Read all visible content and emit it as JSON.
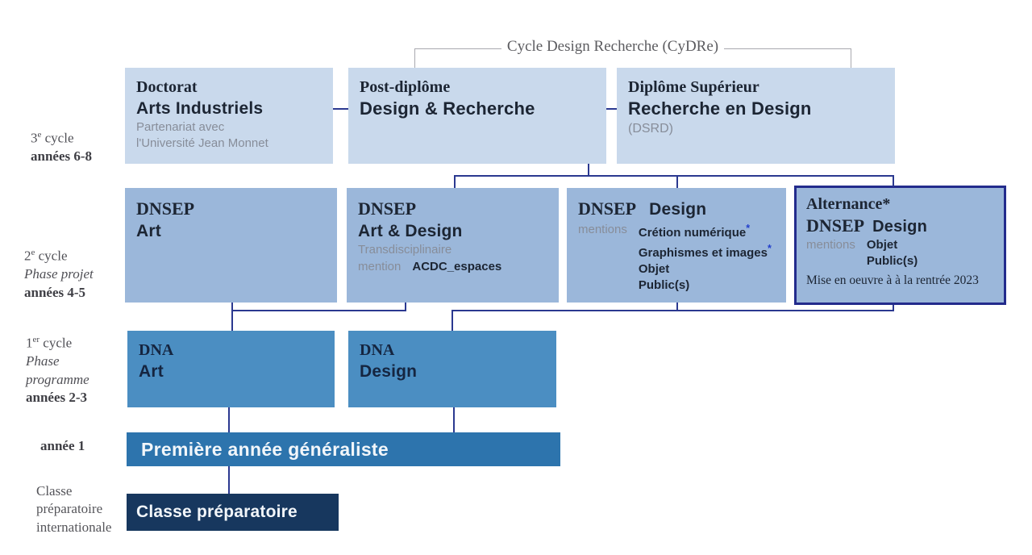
{
  "header": {
    "title": "Cycle Design Recherche (CyDRe)"
  },
  "left_labels": {
    "cycle3": {
      "num": "3",
      "sup": "e",
      "rest": " cycle",
      "years": "années 6-8"
    },
    "cycle2": {
      "num": "2",
      "sup": "e",
      "rest": " cycle",
      "phase": "Phase projet",
      "years": "années 4-5"
    },
    "cycle1": {
      "num": "1",
      "sup": "er",
      "rest": " cycle",
      "phase_line1": "Phase",
      "phase_line2": "programme",
      "years": "années 2-3"
    },
    "year1": {
      "label": "année 1"
    },
    "prepa": {
      "line1": "Classe",
      "line2": "préparatoire",
      "line3": "internationale"
    }
  },
  "boxes": {
    "doctorat": {
      "title": "Doctorat",
      "subtitle": "Arts Industriels",
      "note_line1": "Partenariat avec",
      "note_line2": "l'Université Jean Monnet"
    },
    "post_diplome": {
      "title": "Post-diplôme",
      "subtitle": "Design & Recherche"
    },
    "diplome_superieur": {
      "title": "Diplôme Supérieur",
      "subtitle": "Recherche en Design",
      "note": "(DSRD)"
    },
    "dnsep_art": {
      "title": "DNSEP",
      "subtitle": "Art"
    },
    "dnsep_art_design": {
      "title": "DNSEP",
      "subtitle": "Art & Design",
      "note": "Transdisciplinaire",
      "mention_label": "mention",
      "mention_value": "ACDC_espaces"
    },
    "dnsep_design": {
      "title_serif": "DNSEP",
      "title_sans": "Design",
      "mentions_label": "mentions",
      "mention1": "Crétion numérique",
      "mention1_star": "*",
      "mention2": "Graphismes et images",
      "mention2_star": "*",
      "mention3": "Objet",
      "mention4": "Public(s)"
    },
    "alternance": {
      "title": "Alternance*",
      "title2_serif": "DNSEP",
      "title2_sans": "Design",
      "mentions_label": "mentions",
      "mention1": "Objet",
      "mention2": "Public(s)",
      "note": "Mise en oeuvre à à la rentrée 2023"
    },
    "dna_art": {
      "title": "DNA",
      "subtitle": "Art"
    },
    "dna_design": {
      "title": "DNA",
      "subtitle": "Design"
    }
  },
  "bars": {
    "premiere_annee": {
      "label": "Première année généraliste"
    },
    "classe_preparatoire": {
      "label": "Classe préparatoire"
    }
  },
  "colors": {
    "row1_bg": "#c9d9ec",
    "row2_bg": "#9bb7da",
    "row3_bg": "#4b8ec2",
    "bar_premiere_bg": "#2d74ad",
    "bar_prepa_bg": "#17375e",
    "connector": "#2b3990",
    "alternance_border": "#232b8c",
    "bracket_gray": "#a9a9af",
    "muted_text": "#878d99",
    "dark_text": "#1c2533",
    "star_blue": "#2340cc"
  }
}
